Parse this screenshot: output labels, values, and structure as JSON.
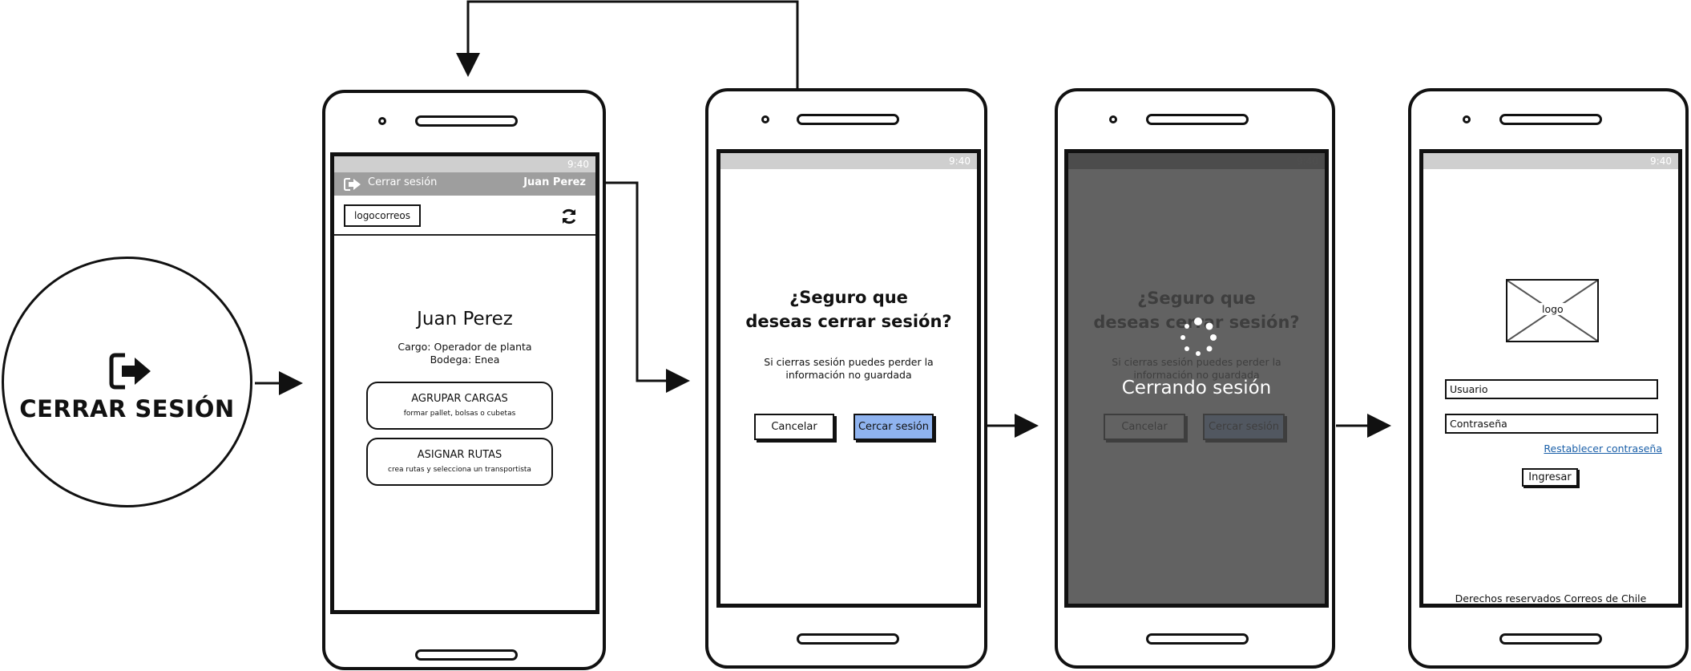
{
  "intro": {
    "title": "CERRAR SESIÓN",
    "icon": "logout-icon"
  },
  "status_time": "9:40",
  "home": {
    "logout_label": "Cerrar sesión",
    "user_header": "Juan Perez",
    "logo_label": "logocorreos",
    "user_name": "Juan Perez",
    "cargo": "Cargo: Operador de planta",
    "bodega": "Bodega: Enea",
    "actions": [
      {
        "title": "AGRUPAR CARGAS",
        "subtitle": "formar pallet, bolsas o cubetas"
      },
      {
        "title": "ASIGNAR RUTAS",
        "subtitle": "crea rutas y selecciona un transportista"
      }
    ]
  },
  "confirm": {
    "title_line1": "¿Seguro que",
    "title_line2": "deseas cerrar sesión?",
    "text_line1": "Si cierras sesión puedes perder la",
    "text_line2": "información no guardada",
    "cancel_label": "Cancelar",
    "confirm_label": "Cercar sesión"
  },
  "loading": {
    "label": "Cerrando sesión"
  },
  "login": {
    "logo_label": "logo",
    "username_placeholder": "Usuario",
    "password_placeholder": "Contraseña",
    "reset_link": "Restablecer contraseña",
    "submit_label": "Ingresar",
    "footer": "Derechos reservados Correos de Chile"
  },
  "colors": {
    "confirm_button": "#8fb3ef",
    "overlay": "#5a5a5a",
    "link": "#1a5fa8"
  }
}
